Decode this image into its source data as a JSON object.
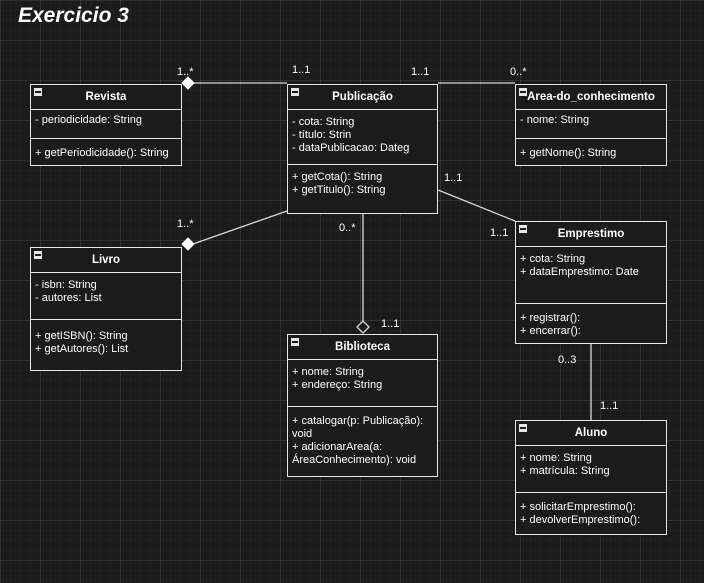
{
  "title": "Exercicio 3",
  "classes": {
    "revista": {
      "name": "Revista",
      "attributes": [
        "- periodicidade: String"
      ],
      "methods": [
        "+ getPeriodicidade(): String"
      ]
    },
    "publicacao": {
      "name": "Publicação",
      "attributes": [
        "- cota: String",
        "- título: Strin",
        "- dataPublicacao: Dateg"
      ],
      "methods": [
        "+ getCota(): String",
        "+ getTitulo(): String"
      ]
    },
    "area": {
      "name": "Area-do_conhecimento",
      "attributes": [
        "- nome: String"
      ],
      "methods": [
        "+ getNome(): String"
      ]
    },
    "livro": {
      "name": "Livro",
      "attributes": [
        "- isbn: String",
        "- autores: List"
      ],
      "methods": [
        "+ getISBN(): String",
        "+ getAutores(): List"
      ]
    },
    "emprestimo": {
      "name": "Emprestimo",
      "attributes": [
        "+ cota: String",
        "+ dataEmprestimo: Date"
      ],
      "methods": [
        "+ registrar():",
        "+ encerrar():"
      ]
    },
    "biblioteca": {
      "name": "Biblioteca",
      "attributes": [
        "+ nome: String",
        "+ endereço: String"
      ],
      "methods": [
        "+ catalogar(p: Publicação): void",
        "+ adicionarArea(a: ÁreaConhecimento): void"
      ]
    },
    "aluno": {
      "name": "Aluno",
      "attributes": [
        "+ nome: String",
        "+ matrícula: String"
      ],
      "methods": [
        "+ solicitarEmprestimo():",
        "+ devolverEmprestimo():"
      ]
    }
  },
  "multiplicities": {
    "revista_pub_revista": "1..*",
    "revista_pub_publicacao": "1..1",
    "pub_area_publicacao": "1..1",
    "pub_area_area": "0..*",
    "livro_pub_livro": "1..*",
    "pub_biblioteca_publicacao": "0..*",
    "pub_biblioteca_biblioteca": "1..1",
    "pub_emprestimo_publicacao": "1..1",
    "pub_emprestimo_emprestimo": "1..1",
    "emprestimo_aluno_emprestimo": "0..3",
    "emprestimo_aluno_aluno": "1..1"
  }
}
